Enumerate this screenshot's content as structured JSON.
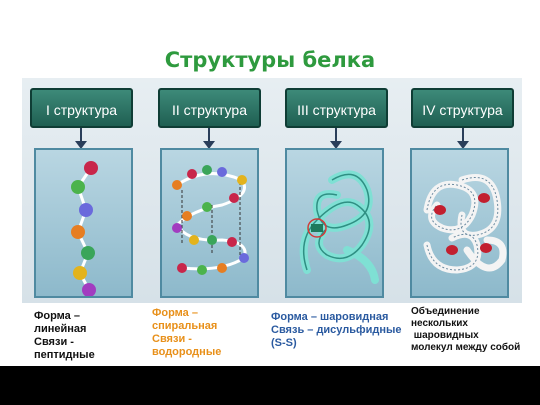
{
  "title": "Структуры белка",
  "tabs": [
    {
      "label": "I структура"
    },
    {
      "label": "II структура"
    },
    {
      "label": "III структура"
    },
    {
      "label": "IV структура"
    }
  ],
  "captions": {
    "c1": {
      "line1": "Форма –",
      "line2": "линейная",
      "line3": "Связи -",
      "line4": "пептидные"
    },
    "c2": {
      "line1": "Форма –",
      "line2": "спиральная",
      "line3": "Связи -",
      "line4": "водородные"
    },
    "c3": {
      "line1": "Форма – шаровидная",
      "line2": "Связь – дисульфидные",
      "line3": "(S-S)"
    },
    "c4": {
      "line1": "Объединение",
      "line2": "нескольких",
      "line3": " шаровидных",
      "line4": "молекул между собой"
    }
  },
  "colors": {
    "title": "#2e9a3e",
    "tab": "#2a7564",
    "caption_orange": "#e8901a",
    "caption_blue": "#2a5aa0"
  }
}
